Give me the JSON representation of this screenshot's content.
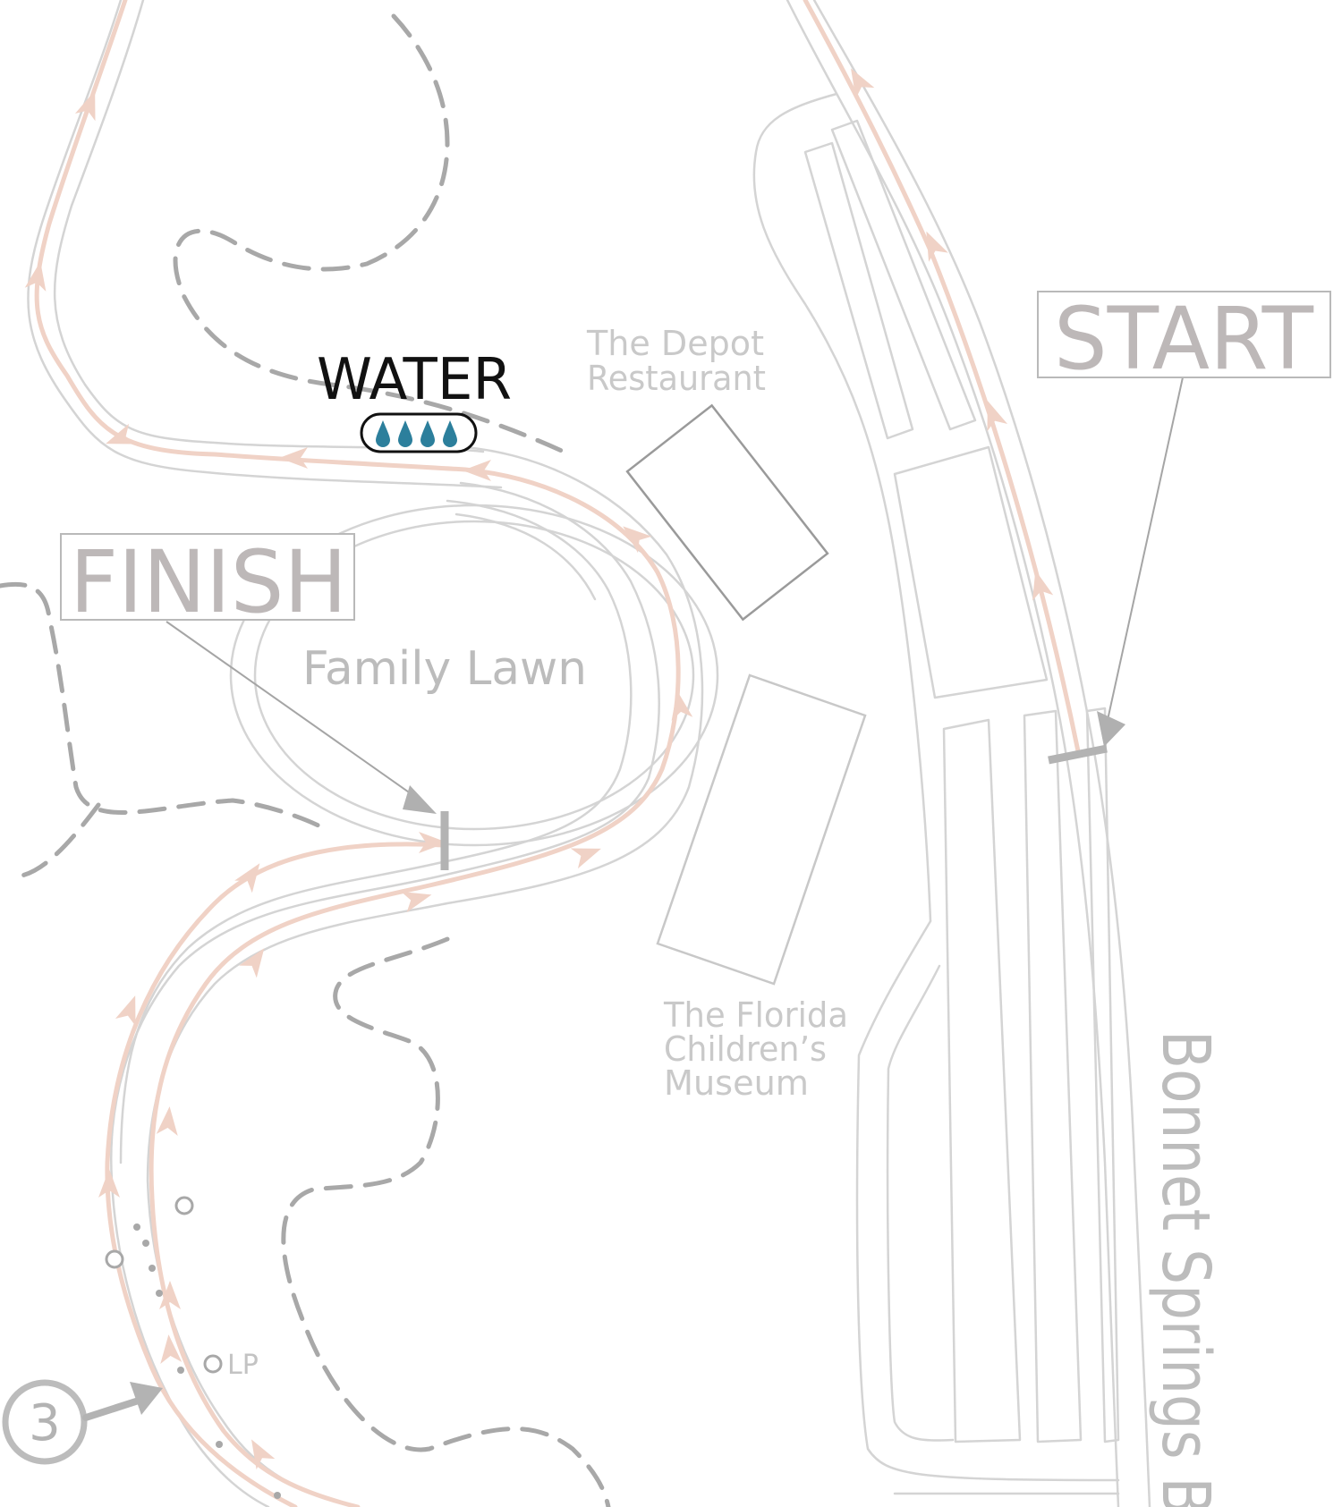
{
  "map": {
    "start_label": "START",
    "finish_label": "FINISH",
    "water_label": "WATER",
    "areas": {
      "family_lawn": "Family Lawn",
      "depot_line1": "The Depot",
      "depot_line2": "Restaurant",
      "museum_line1": "The Florida",
      "museum_line2": "Children’s",
      "museum_line3": "Museum"
    },
    "street_label": "Bonnet Springs Bl",
    "mile_marker": "3",
    "lp_label": "LP",
    "water_drop_count": 4,
    "colors": {
      "route": "#f0d2c6",
      "roads": "#d4d4d4",
      "trail": "#a8a8a8",
      "water_drop": "#2c7f9c",
      "sign_text": "#bdb8b8"
    },
    "icons": [
      "water-drop-icon",
      "route-arrow-icon",
      "pointer-arrow-icon",
      "mile-marker-icon",
      "light-post-icon"
    ]
  }
}
